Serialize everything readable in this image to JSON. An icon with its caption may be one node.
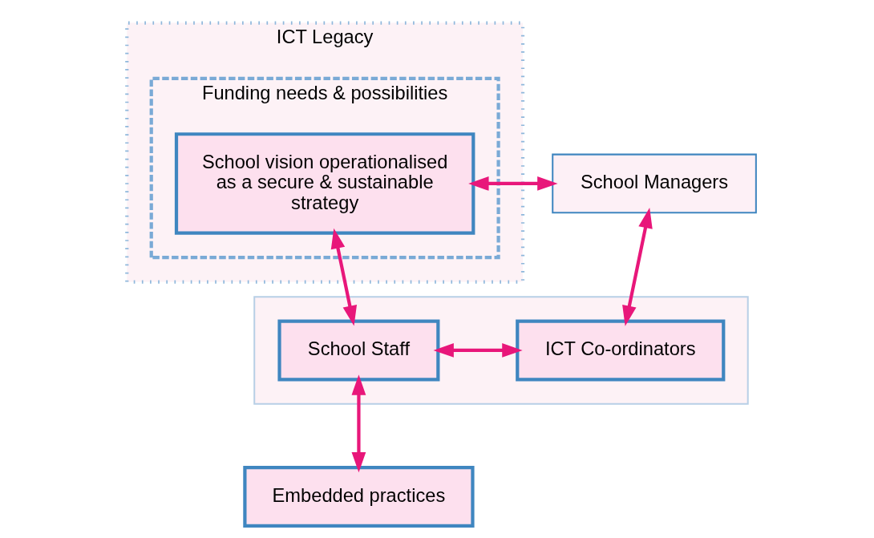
{
  "diagram": {
    "nodes": [
      {
        "text": [
          "ICT Legacy"
        ]
      },
      {
        "text": [
          "Funding needs & possibilities"
        ],
        "in": 0
      },
      {
        "text": [
          "School vision operationalised as a secure & sustainable strategy"
        ],
        "in": 1
      },
      {
        "text": [
          "School Managers"
        ]
      },
      {
        "text": [],
        "shape": "box"
      },
      {
        "text": [
          "ICT Co-ordinators"
        ],
        "in": 4
      },
      {
        "text": [
          "School Staff"
        ],
        "in": 4
      },
      {
        "text": [
          "Embedded practices"
        ]
      }
    ],
    "edges": [
      {
        "from": 3,
        "to": 2,
        "arrow": "both"
      },
      {
        "from": 3,
        "to": 5,
        "arrow": "both"
      },
      {
        "from": 2,
        "to": 6,
        "arrow": "both"
      },
      {
        "from": 5,
        "to": 6,
        "arrow": "both"
      },
      {
        "from": 6,
        "to": 7,
        "arrow": "both"
      }
    ]
  }
}
